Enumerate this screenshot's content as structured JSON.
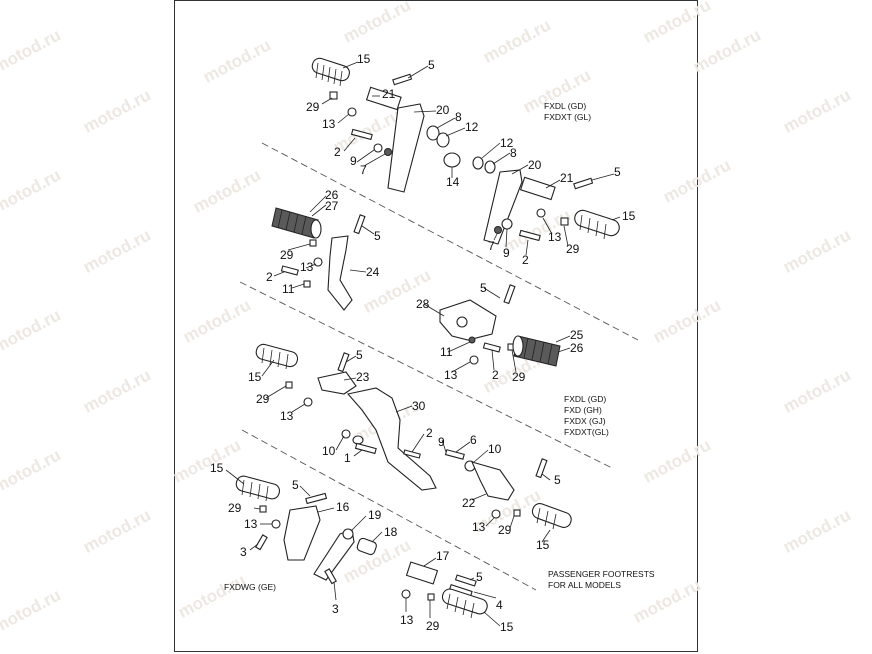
{
  "watermark": {
    "text": "motod.ru"
  },
  "captions": {
    "fxdl_fxdxt": [
      "FXDL (GD)",
      "FXDXT (GL)"
    ],
    "four_models": [
      "FXDL (GD)",
      "FXD (GH)",
      "FXDX (GJ)",
      "FXDXT(GL)"
    ],
    "fxdwg": "FXDWG (GE)",
    "passenger": [
      "PASSENGER FOOTRESTS",
      "FOR ALL MODELS"
    ]
  },
  "callouts": {
    "c1": "15",
    "c2": "5",
    "c3": "21",
    "c4": "29",
    "c5": "13",
    "c6": "20",
    "c7": "8",
    "c8": "12",
    "c9": "2",
    "c10": "9",
    "c11": "7",
    "c12": "14",
    "c13": "12",
    "c14": "8",
    "c15": "20",
    "c16": "21",
    "c17": "5",
    "c18": "13",
    "c19": "15",
    "c20": "7",
    "c21": "9",
    "c22": "2",
    "c23": "29",
    "c24": "26",
    "c25": "27",
    "c26": "5",
    "c27": "29",
    "c28": "13",
    "c29": "24",
    "c30": "2",
    "c31": "11",
    "c32": "5",
    "c33": "28",
    "c34": "11",
    "c35": "25",
    "c36": "26",
    "c37": "13",
    "c38": "2",
    "c39": "29",
    "c40": "5",
    "c41": "15",
    "c42": "23",
    "c43": "29",
    "c44": "13",
    "c45": "30",
    "c46": "2",
    "c47": "10",
    "c48": "9",
    "c49": "1",
    "c50": "6",
    "c51": "10",
    "c52": "5",
    "c53": "22",
    "c54": "13",
    "c55": "29",
    "c56": "15",
    "c57": "15",
    "c58": "5",
    "c59": "16",
    "c60": "29",
    "c61": "13",
    "c62": "19",
    "c63": "3",
    "c64": "18",
    "c65": "3",
    "c66": "17",
    "c67": "5",
    "c68": "4",
    "c69": "13",
    "c70": "29",
    "c71": "15"
  }
}
